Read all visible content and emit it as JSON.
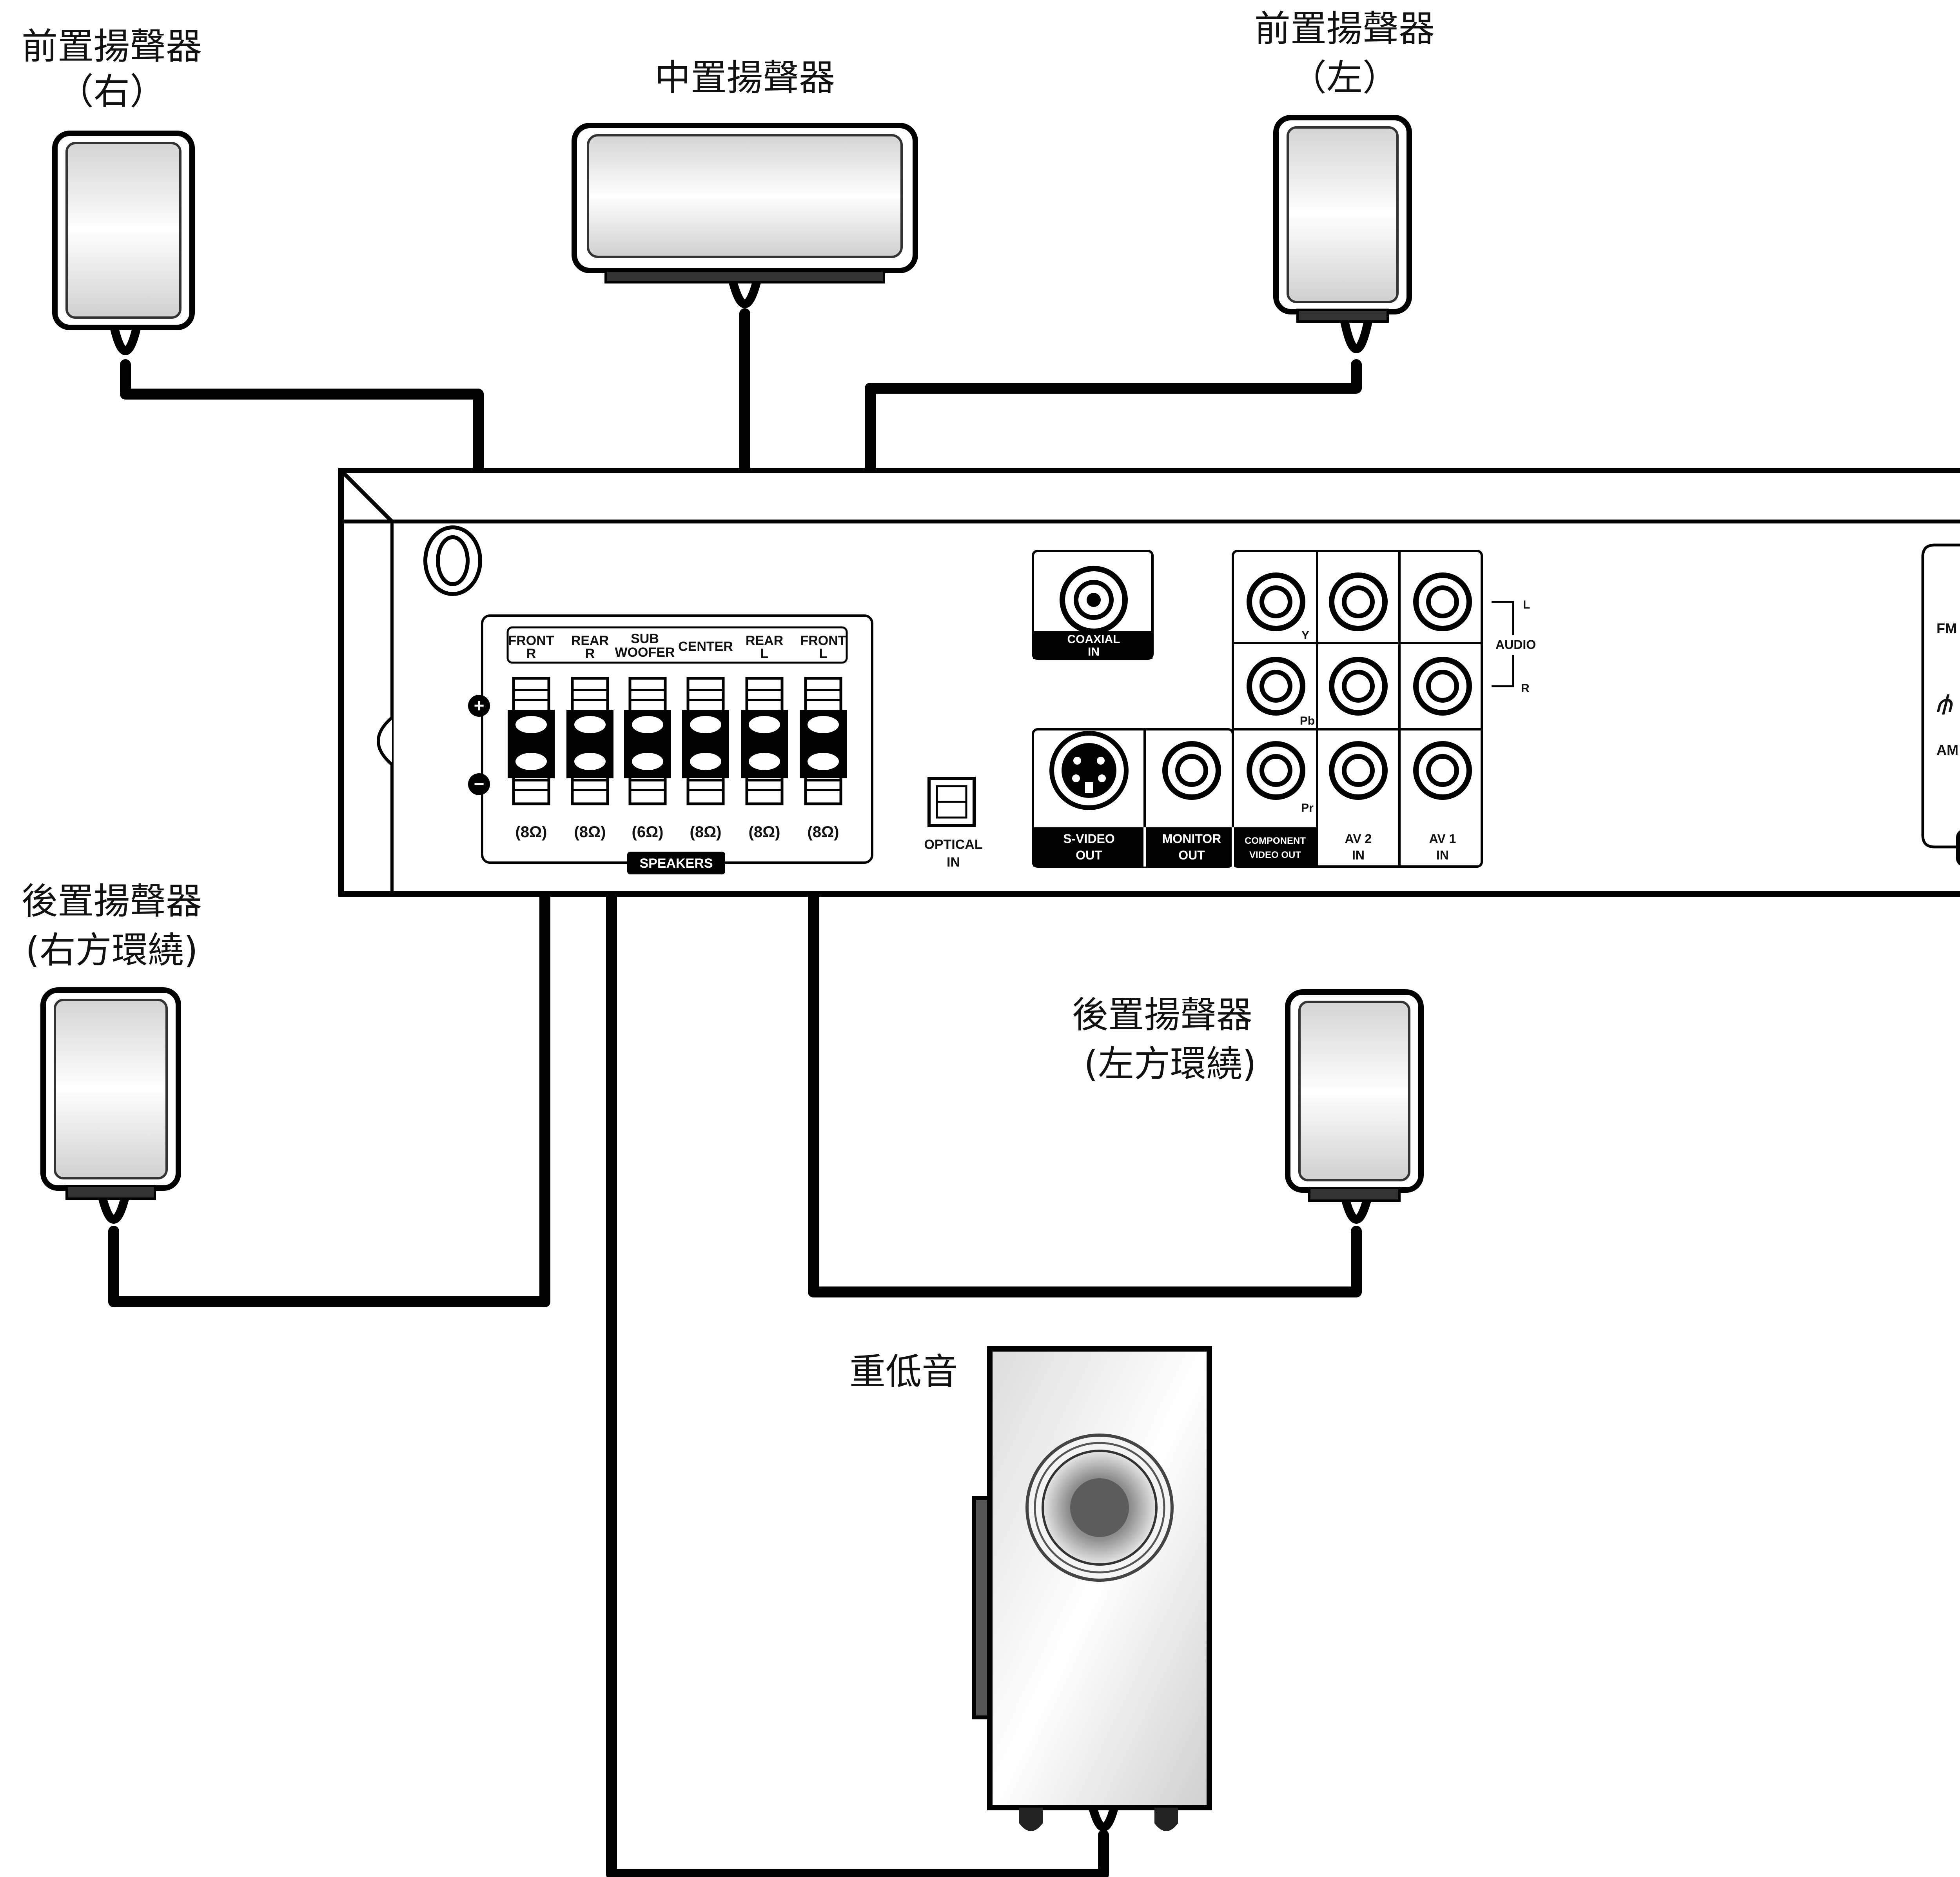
{
  "labels": {
    "front_right": [
      "前置揚聲器",
      "（右）"
    ],
    "center": "中置揚聲器",
    "front_left": [
      "前置揚聲器",
      "（左）"
    ],
    "rear_right": [
      "後置揚聲器",
      "(右方環繞)"
    ],
    "rear_left": [
      "後置揚聲器",
      "(左方環繞)"
    ],
    "subwoofer": "重低音"
  },
  "panel": {
    "terminals": [
      {
        "top": "FRONT",
        "bottom": "R",
        "impedance": "(8Ω)"
      },
      {
        "top": "REAR",
        "bottom": "R",
        "impedance": "(8Ω)"
      },
      {
        "top": "SUB",
        "bottom": "WOOFER",
        "impedance": "(6Ω)"
      },
      {
        "top": "CENTER",
        "bottom": "",
        "impedance": "(8Ω)"
      },
      {
        "top": "REAR",
        "bottom": "L",
        "impedance": "(8Ω)"
      },
      {
        "top": "FRONT",
        "bottom": "L",
        "impedance": "(8Ω)"
      }
    ],
    "speakers_label": "SPEAKERS",
    "plus": "+",
    "minus": "−",
    "coaxial": [
      "COAXIAL",
      "IN"
    ],
    "optical": [
      "OPTICAL",
      "IN"
    ],
    "svideo": [
      "S-VIDEO",
      "OUT"
    ],
    "monitor": [
      "MONITOR",
      "OUT"
    ],
    "component": [
      "COMPONENT",
      "VIDEO OUT"
    ],
    "av2": [
      "AV 2",
      "IN"
    ],
    "av1": [
      "AV 1",
      "IN"
    ],
    "y": "Y",
    "pb": "Pb",
    "pr": "Pr",
    "audio": "AUDIO",
    "audio_l": "L",
    "audio_r": "R",
    "fm": "FM",
    "am": "AM"
  }
}
